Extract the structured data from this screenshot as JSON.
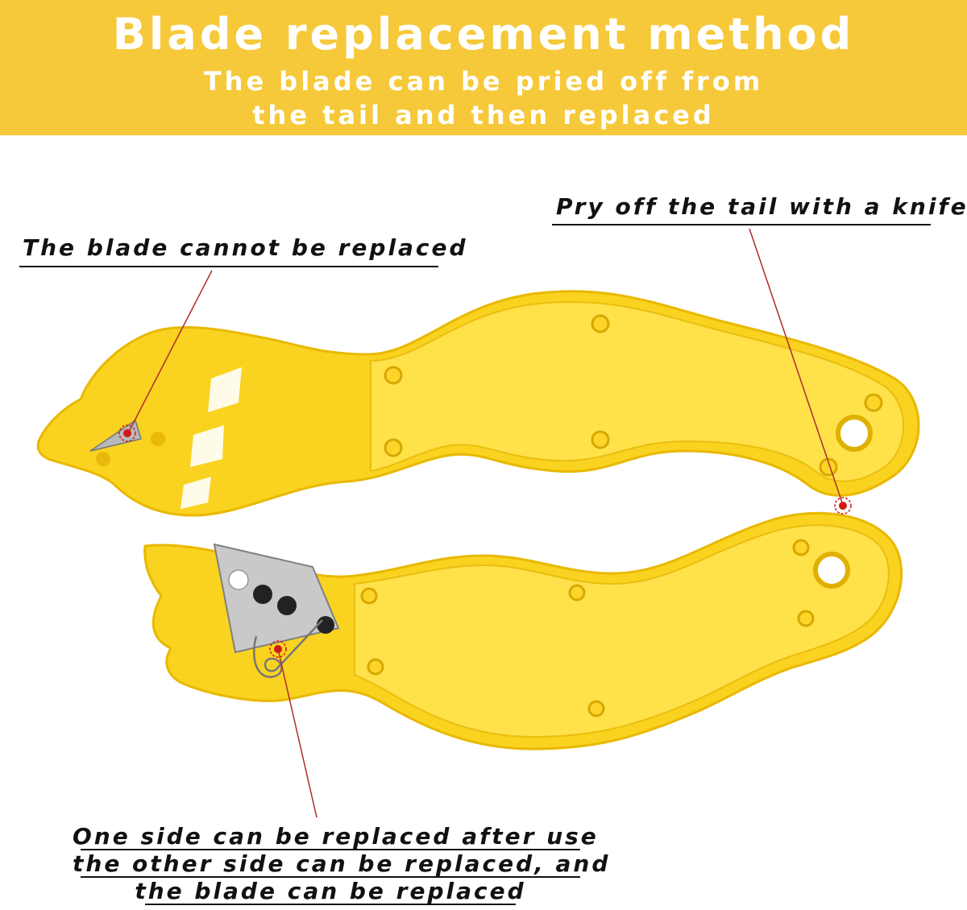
{
  "banner": {
    "title": "Blade replacement method",
    "subtitle_line1": "The blade can be pried off from",
    "subtitle_line2": "the tail and then replaced",
    "background": "#f6c93a"
  },
  "callouts": {
    "tail": "Pry off the tail with a knife",
    "fixed_blade": "The blade cannot be replaced",
    "replaceable_line1": "One side can be replaced after use",
    "replaceable_line2": "the other side can be replaced, and",
    "replaceable_line3": "the blade can be replaced"
  },
  "colors": {
    "knife_body": "#f9d31f",
    "knife_inner": "#ffe14a",
    "marker": "#d01818",
    "leader_line": "#b22a2a"
  }
}
